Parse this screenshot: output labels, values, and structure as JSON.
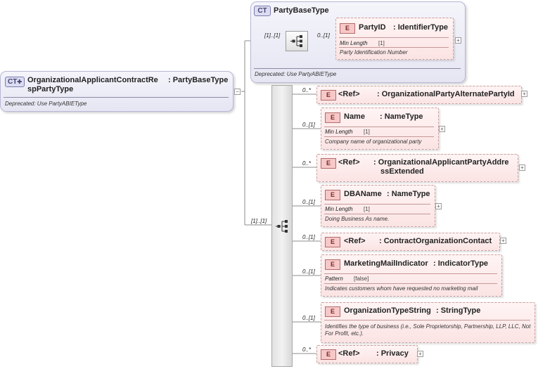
{
  "root": {
    "badge": "CT",
    "name": "OrganizationalApplicantContractRe spPartyType",
    "name_line1": "OrganizationalApplicantContractRe",
    "name_line2": "spPartyType",
    "base": ": PartyBaseType",
    "note": "Deprecated: Use PartyABIEType"
  },
  "base_type": {
    "badge": "CT",
    "name": "PartyBaseType",
    "note": "Deprecated: Use PartyABIEType",
    "seq_card_left": "[1]..[1]",
    "child_card": "0..[1]",
    "child": {
      "badge": "E",
      "name": "PartyID",
      "type": ": IdentifierType",
      "facet_label": "Min Length",
      "facet_value": "[1]",
      "doc": "Party Identification Number"
    }
  },
  "main_sequence": {
    "card": "[1]..[1]"
  },
  "elements": [
    {
      "badge": "E",
      "card": "0..*",
      "name": "<Ref>",
      "type": ": OrganizationalPartyAlternatePartyId"
    },
    {
      "badge": "E",
      "card": "0..[1]",
      "name": "Name",
      "type": ": NameType",
      "facet_label": "Min Length",
      "facet_value": "[1]",
      "doc": "Company name of organizational party"
    },
    {
      "badge": "E",
      "card": "0..*",
      "name": "<Ref>",
      "type_line1": ": OrganizationalApplicantPartyAddre",
      "type_line2": "ssExtended"
    },
    {
      "badge": "E",
      "card": "0..[1]",
      "name": "DBAName",
      "type": ": NameType",
      "facet_label": "Min Length",
      "facet_value": "[1]",
      "doc": "Doing Business As name."
    },
    {
      "badge": "E",
      "card": "0..[1]",
      "name": "<Ref>",
      "type": ": ContractOrganizationContact"
    },
    {
      "badge": "E",
      "card": "0..[1]",
      "name": "MarketingMailIndicator",
      "type": ": IndicatorType",
      "facet_label": "Pattern",
      "facet_value": "[false]",
      "doc": "Indicates customers whom have requested no marketing mail"
    },
    {
      "badge": "E",
      "card": "0..[1]",
      "name": "OrganizationTypeString",
      "type": ": StringType",
      "doc": "Identifies the type of business (i.e., Sole Proprietorship, Partnership, LLP, LLC, Not For Profit, etc.)."
    },
    {
      "badge": "E",
      "card": "0..*",
      "name": "<Ref>",
      "type": ": Privacy"
    }
  ],
  "plus_glyph": "+",
  "colors": {
    "element_fill": "#fbe3e3",
    "element_badge": "#f7c8c8",
    "complex_fill": "#e6e6f3"
  }
}
